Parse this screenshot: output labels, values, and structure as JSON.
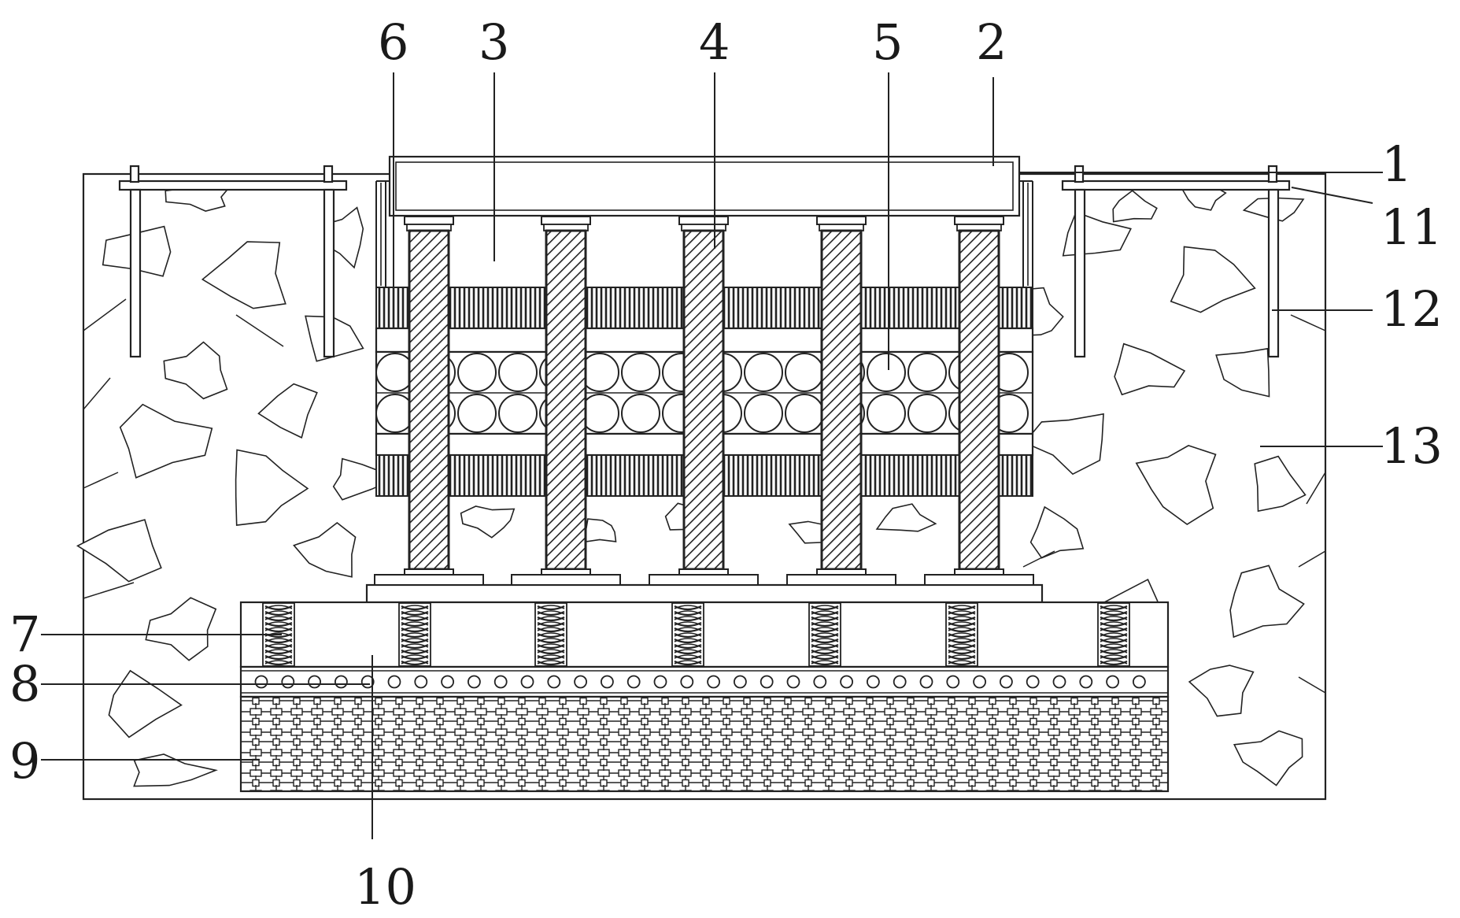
{
  "labels": {
    "l1": "1",
    "l2": "2",
    "l3": "3",
    "l4": "4",
    "l5": "5",
    "l6": "6",
    "l7": "7",
    "l8": "8",
    "l9": "9",
    "l10": "10",
    "l11": "11",
    "l12": "12",
    "l13": "13"
  },
  "colors": {
    "stroke": "#222222",
    "background": "#ffffff"
  }
}
